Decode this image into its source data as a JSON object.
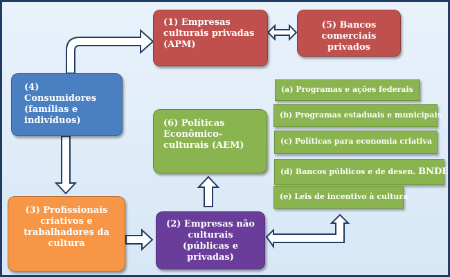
{
  "boxes": {
    "apm": "(1) Empresas culturais privadas (APM)",
    "banks": "(5) Bancos comerciais privados",
    "consumers": "(4) Consumidores (famílias e indivíduos)",
    "policies": "(6) Políticas Econômico-culturais (AEM)",
    "professionals": "(3) Profissionais criativos e trabalhadores da cultura",
    "non_cultural": "(2) Empresas não culturais (públicas e privadas)"
  },
  "policy_items": {
    "a": "(a) Programas e ações federais",
    "b": "(b) Programas estaduais e municipais",
    "c": "(c) Políticas para economia criativa",
    "d_prefix": "(d) Bancos públicos e de desen.",
    "d_suffix": "BNDES",
    "e": "(e) Leis de incentivo à cultura"
  },
  "colors": {
    "red": "#c0504d",
    "blue": "#4a7fc1",
    "green": "#8ab44f",
    "orange": "#f79646",
    "purple": "#6a3d9a",
    "arrow_outline": "#1f3b63",
    "border": "#1f3b63"
  }
}
